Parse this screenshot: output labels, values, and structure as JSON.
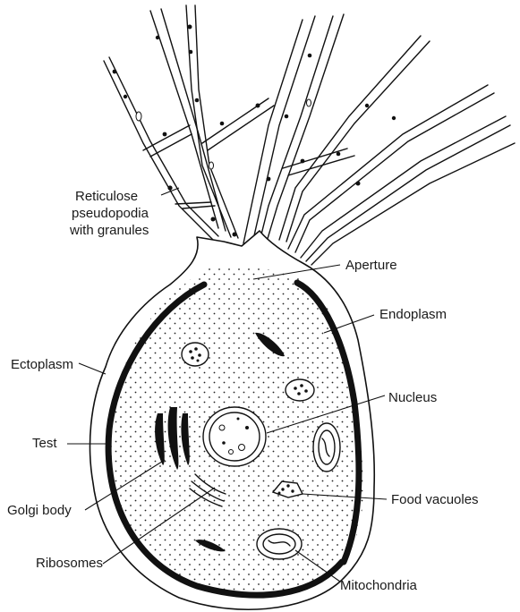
{
  "labels": {
    "reticulose_line1": "Reticulose",
    "reticulose_line2": "pseudopodia",
    "reticulose_line3": "with granules",
    "aperture": "Aperture",
    "endoplasm": "Endoplasm",
    "ectoplasm": "Ectoplasm",
    "nucleus": "Nucleus",
    "test": "Test",
    "golgi_body": "Golgi body",
    "food_vacuoles": "Food vacuoles",
    "ribosomes": "Ribosomes",
    "mitochondria": "Mitochondria"
  }
}
